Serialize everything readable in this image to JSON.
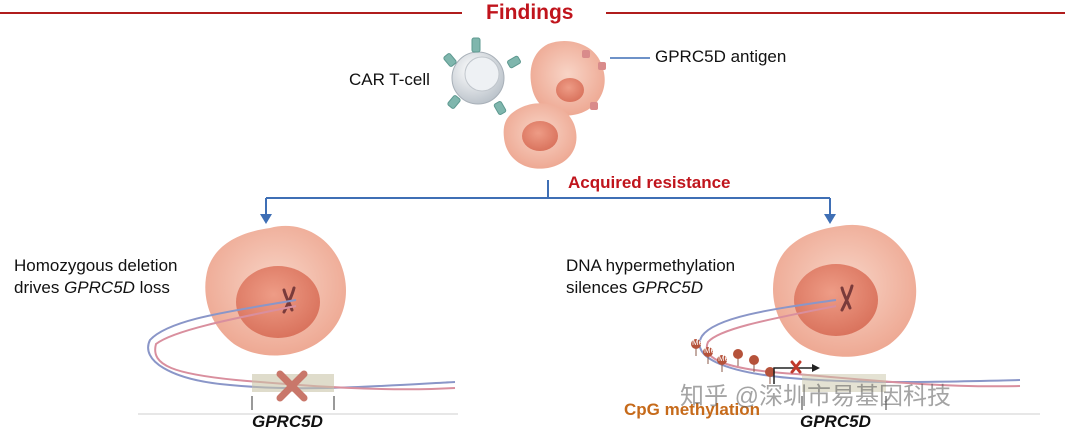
{
  "title": "Findings",
  "car_t_label": "CAR T-cell",
  "antigen_label": "GPRC5D antigen",
  "resistance_label": "Acquired resistance",
  "left_panel": {
    "line1": "Homozygous deletion",
    "line2_prefix": "drives ",
    "line2_gene": "GPRC5D",
    "line2_suffix": " loss",
    "gene_label": "GPRC5D"
  },
  "right_panel": {
    "line1": "DNA hypermethylation",
    "line2_prefix": "silences ",
    "line2_gene": "GPRC5D",
    "cpg_label": "CpG methylation",
    "gene_label": "GPRC5D",
    "methyl_marker": "Me"
  },
  "watermark": "知乎 @深圳市易基因科技",
  "colors": {
    "accent_red": "#c0141c",
    "arrow_blue": "#3f6fb5",
    "cell_pink": "#f2b9a6",
    "nucleus": "#e58d78",
    "cpg_orange": "#c66a1a",
    "tcell_gray": "#d8dde2",
    "receptor_teal": "#7fb6ad"
  }
}
